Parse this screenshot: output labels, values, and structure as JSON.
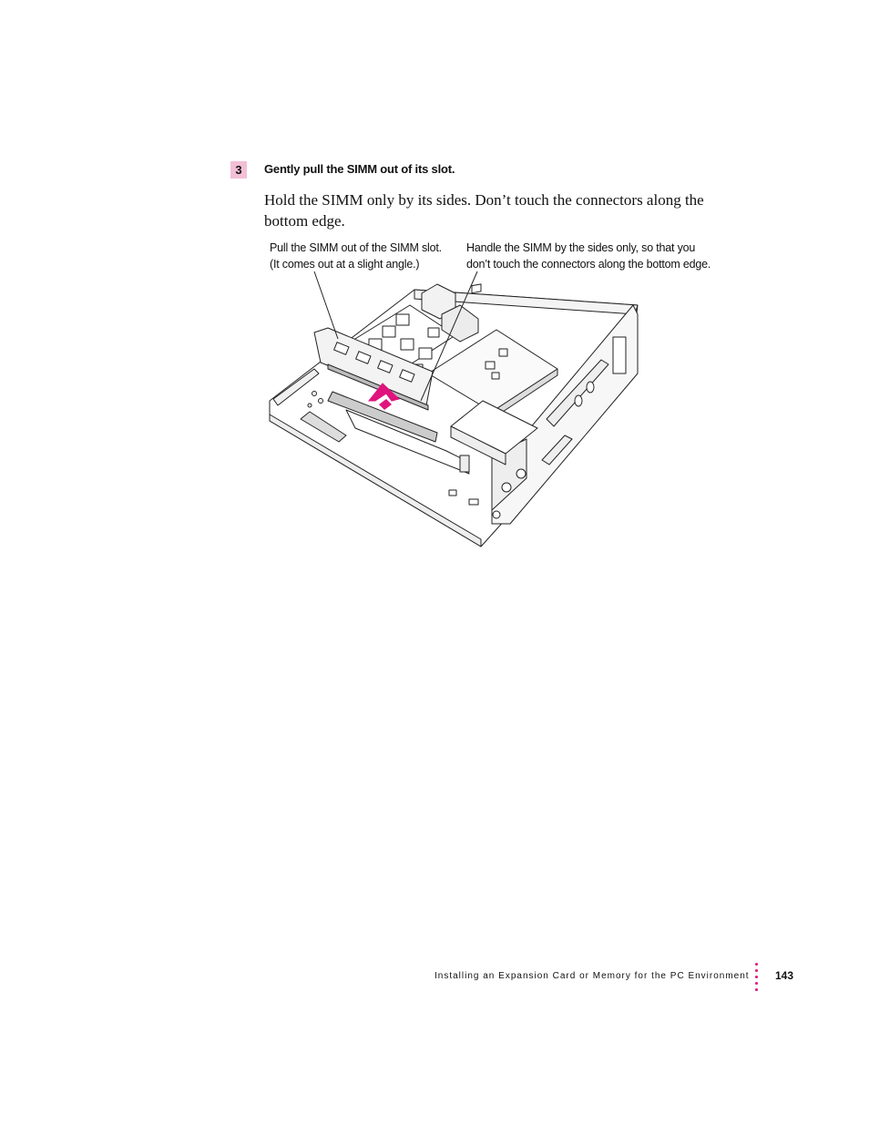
{
  "step": {
    "number": "3",
    "title": "Gently pull the SIMM out of its slot."
  },
  "body": {
    "paragraph": "Hold the SIMM only by its sides. Don’t touch the connectors along the bottom edge."
  },
  "callouts": {
    "left": {
      "line1": "Pull the SIMM out of the SIMM slot.",
      "line2": "(It comes out at a slight angle.)"
    },
    "right": {
      "line1": "Handle the SIMM by the sides only, so that you",
      "line2": "don’t touch the connectors along the bottom edge."
    }
  },
  "illustration": {
    "icon": "logic-board-simm-removal-illustration",
    "accent_color": "#e0127d"
  },
  "footer": {
    "chapter_title": "Installing an Expansion Card or Memory for the PC Environment",
    "page_number": "143",
    "dot_color": "#e0127d"
  }
}
